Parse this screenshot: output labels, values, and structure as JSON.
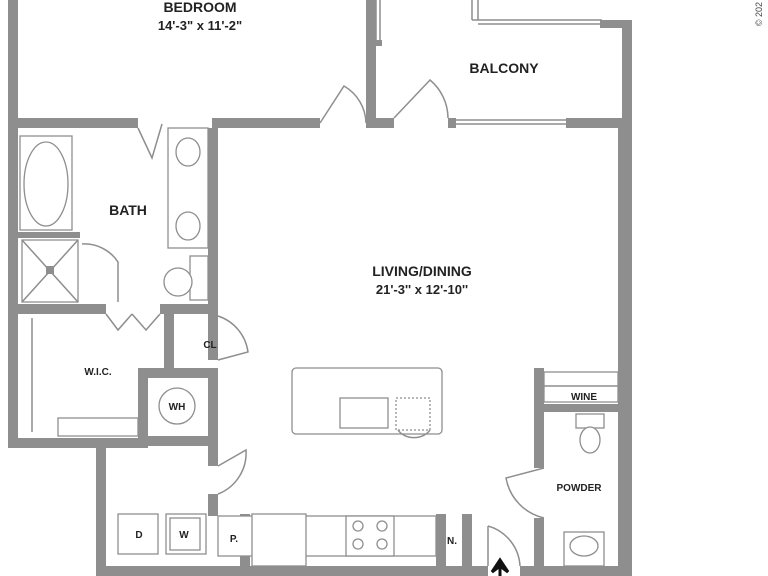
{
  "rooms": {
    "bedroom": {
      "name": "BEDROOM",
      "size": "14'-3\" x 11'-2\""
    },
    "balcony": {
      "name": "BALCONY"
    },
    "bath": {
      "name": "BATH"
    },
    "living": {
      "name": "LIVING/DINING",
      "size": "21'-3'' x 12'-10''"
    },
    "wic": {
      "name": "W.I.C."
    },
    "closet": {
      "name": "CL"
    },
    "wine": {
      "name": "WINE"
    },
    "powder": {
      "name": "POWDER"
    }
  },
  "appliances": {
    "water_heater": "WH",
    "dryer": "D",
    "washer": "W",
    "pantry": "P.",
    "nook": "N."
  },
  "copyright": "© 202"
}
